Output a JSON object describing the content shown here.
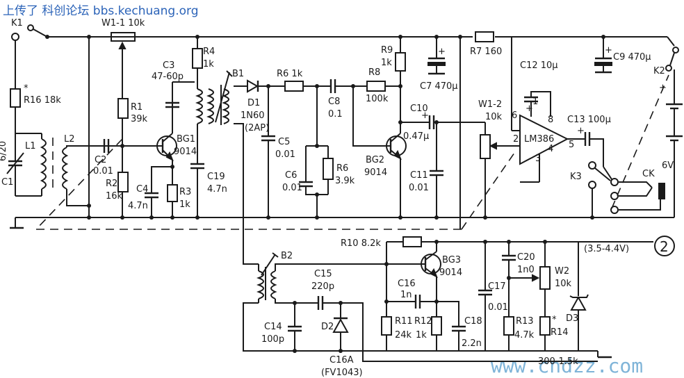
{
  "header": {
    "site_name": "上传了 科创论坛 bbs.kechuang.org"
  },
  "watermark": {
    "text": "www.cndzz.com"
  },
  "figure_number": "2",
  "voltage_note": "(3.5-4.4V)",
  "bottom_note": "300-1.5k",
  "labels": {
    "K1": "K1",
    "W1_1": "W1-1  10k",
    "R16_star": "*",
    "R16": "R16  18k",
    "C1_val": "6/20",
    "C1": "C1",
    "L1": "L1",
    "L2": "L2",
    "C2": "C2",
    "C2_val": "0.01",
    "R1": "R1",
    "R1_val": "39k",
    "R2": "R2",
    "R2_val": "16k",
    "C3": "C3",
    "C3_val": "47-60p",
    "C4": "C4",
    "C4_val": "4.7n",
    "BG1": "BG1",
    "BG1_val": "9014",
    "R3": "R3",
    "R3_val": "1k",
    "R4": "R4",
    "R4_val": "1k",
    "C19": "C19",
    "C19_val": "4.7n",
    "B1": "B1",
    "D1": "D1",
    "D1_val": "1N60",
    "D1_alt": "(2AP)",
    "R6a": "R6  1k",
    "C5": "C5",
    "C5_val": "0.01",
    "C6": "C6",
    "C6_val": "0.01",
    "R6b": "R6",
    "R6b_val": "3.9k",
    "C8": "C8",
    "C8_val": "0.1",
    "R8": "R8",
    "R8_val": "100k",
    "R9": "R9",
    "R9_val": "1k",
    "C7": "C7  470μ",
    "BG2": "BG2",
    "BG2_val": "9014",
    "C10": "C10",
    "C10_val": "0.47μ",
    "C11": "C11",
    "C11_val": "0.01",
    "R7": "R7  160",
    "W1_2": "W1-2",
    "W1_2_val": "10k",
    "C12": "C12  10μ",
    "LM386": "LM386",
    "pin6": "6",
    "pin8": "8",
    "pin1": "1",
    "pin2": "2",
    "pin4": "4",
    "pin3": "3",
    "pin5": "5",
    "C13": "C13  100μ",
    "C9": "C9  470μ",
    "K2": "K2",
    "plus_c12": "+",
    "plus_c13": "+",
    "plus_c7": "+",
    "plus_c9": "+",
    "plus_bat": "+",
    "plus_c10": "+",
    "K3": "K3",
    "CK": "CK",
    "bat_v": "6V",
    "R10": "R10  8.2k",
    "B2": "B2",
    "C15": "C15",
    "C15_val": "220p",
    "BG3": "BG3",
    "BG3_val": "9014",
    "C16": "C16",
    "C16_val": "1n",
    "C14": "C14",
    "C14_val": "100p",
    "D2": "D2",
    "R11": "R11",
    "R11_val": "24k",
    "R12": "R12",
    "R12_val": "1k",
    "C18": "C18",
    "C18_val": "2.2n",
    "C17": "C17",
    "C17_val": "0.01",
    "C20": "C20",
    "C20_val": "1n0",
    "W2": "W2",
    "W2_val": "10k",
    "R13": "R13",
    "R13_val": "4.7k",
    "R14_star": "*",
    "R14": "R14",
    "D3": "D3",
    "C16A": "C16A",
    "C16A_val": "(FV1043)"
  }
}
